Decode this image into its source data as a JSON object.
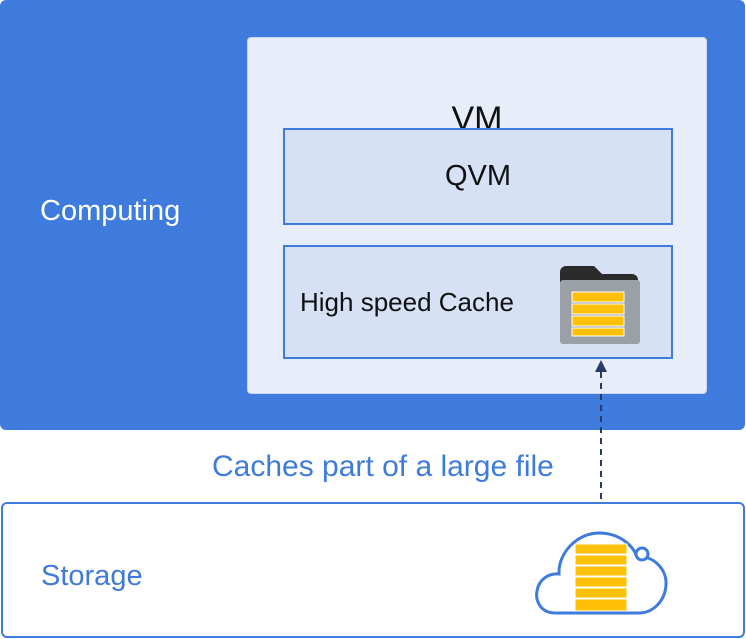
{
  "computing": {
    "label": "Computing"
  },
  "vm": {
    "title": "VM"
  },
  "qvm": {
    "label": "QVM"
  },
  "cache": {
    "label": "High speed Cache"
  },
  "caption": "Caches part of a large file",
  "storage": {
    "label": "Storage"
  },
  "icons": {
    "cache": "folder-storage-icon",
    "storage": "cloud-storage-icon",
    "connector": "dashed-arrow-up"
  },
  "colors": {
    "primary_blue": "#3e7bdc",
    "vm_bg": "#e8eef9",
    "inner_bg": "#d6e1f5",
    "yellow": "#ffc107",
    "dark_navy": "#2a3a66"
  }
}
